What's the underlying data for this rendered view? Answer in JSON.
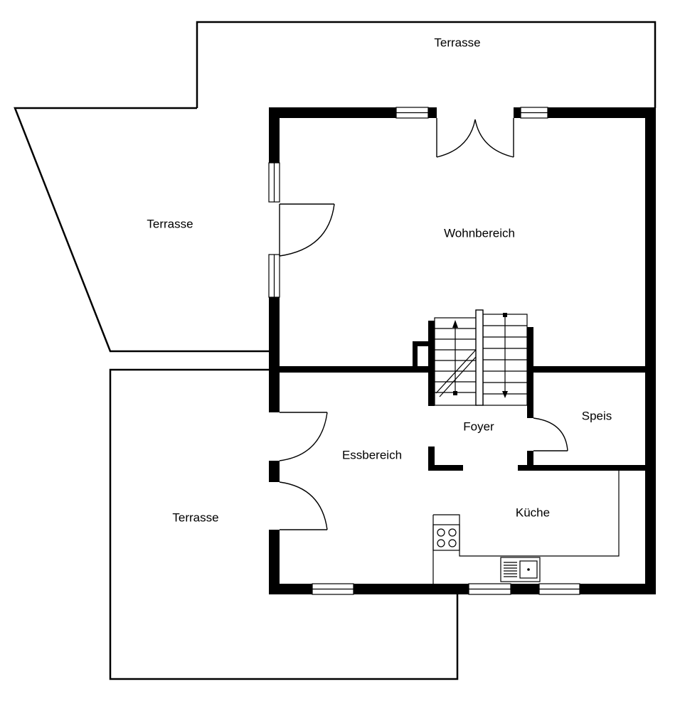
{
  "rooms": {
    "terrace_top": "Terrasse",
    "terrace_left": "Terrasse",
    "terrace_bottom": "Terrasse",
    "living": "Wohnbereich",
    "dining": "Essbereich",
    "foyer": "Foyer",
    "pantry": "Speis",
    "kitchen": "Küche"
  },
  "colors": {
    "wall": "#000000",
    "background": "#ffffff"
  },
  "icons": [
    "stairs-icon",
    "stove-icon",
    "sink-icon",
    "door-swing-icon",
    "window-icon"
  ]
}
